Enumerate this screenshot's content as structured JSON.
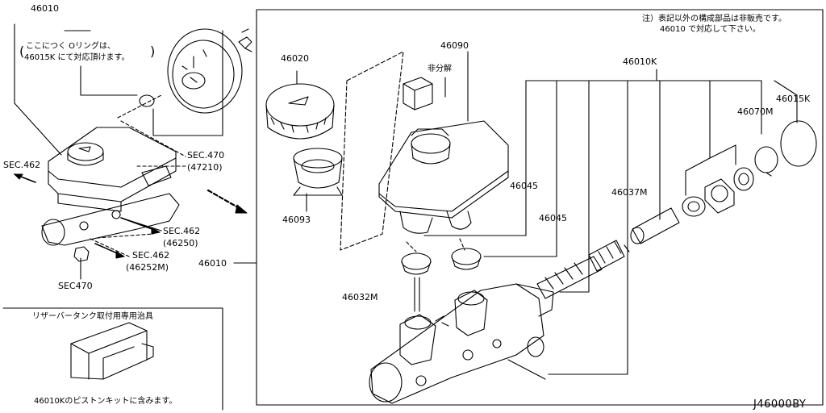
{
  "diagram_code": "J46000BY",
  "note_main": [
    "注）表記以外の構成部品は非販売です。",
    "46010 で対応して下さい。"
  ],
  "note_left": [
    "ここにつく Oリングは、",
    "46015K にて対応頂けます。"
  ],
  "note_jig_title": "リザーバータンク取付用専用治具",
  "note_jig_caption": "46010Kのピストンキットに含みます。",
  "non_disassemble": "非分解",
  "parts": {
    "p46010_top": "46010",
    "p46010_right": "46010",
    "p46010k": "46010K",
    "p46020": "46020",
    "p46090": "46090",
    "p46093": "46093",
    "p46045_a": "46045",
    "p46045_b": "46045",
    "p46032m": "46032M",
    "p46037m": "46037M",
    "p46070m": "46070M",
    "p46015k": "46015K"
  },
  "sections": {
    "sec462_left": "SEC.462",
    "sec470_booster": "SEC.470",
    "sec470_booster_sub": "(47210)",
    "sec462_a": "SEC.462",
    "sec462_a_sub": "(46250)",
    "sec462_b": "SEC.462",
    "sec462_b_sub": "(46252M)",
    "sec470_bottom": "SEC470"
  }
}
